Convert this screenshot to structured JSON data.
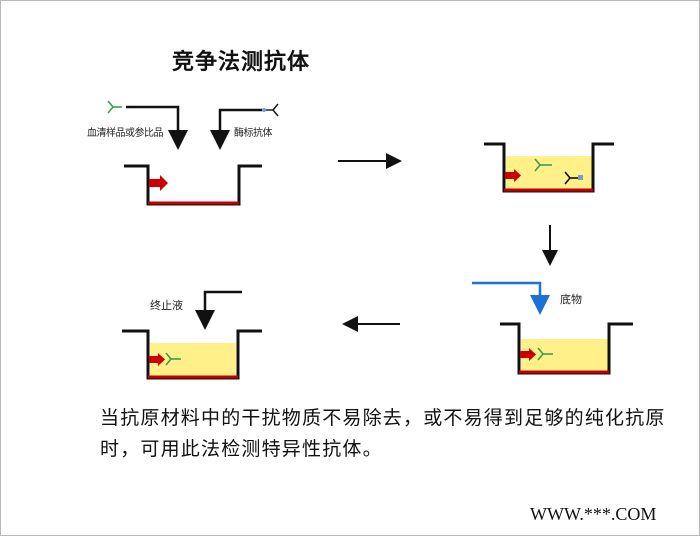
{
  "title": "竞争法测抗体",
  "labels": {
    "sample": "血清样品或参比品",
    "enzyme_antibody": "酶标抗体",
    "substrate": "底物",
    "stop_solution": "终止液"
  },
  "caption": "当抗原材料中的干扰物质不易除去，或不易得到足够的纯化抗原时，可用此法检测特异性抗体。",
  "watermark": "WWW.***.COM",
  "colors": {
    "well_wall": "#111111",
    "well_floor": "#c00000",
    "solid_antigen": "#cc0000",
    "solution": "#fff08a",
    "sample_antibody": "#3aa04a",
    "arrow_dark": "#111111",
    "arrow_blue": "#1f6fd8",
    "enzyme_label": "#7a9bc7"
  },
  "icons": {
    "antibody": "y-shaped-antibody-icon",
    "enzyme_antibody": "enzyme-labelled-antibody-icon",
    "antigen": "solid-phase-antigen-block",
    "step": "arrow-icon"
  }
}
